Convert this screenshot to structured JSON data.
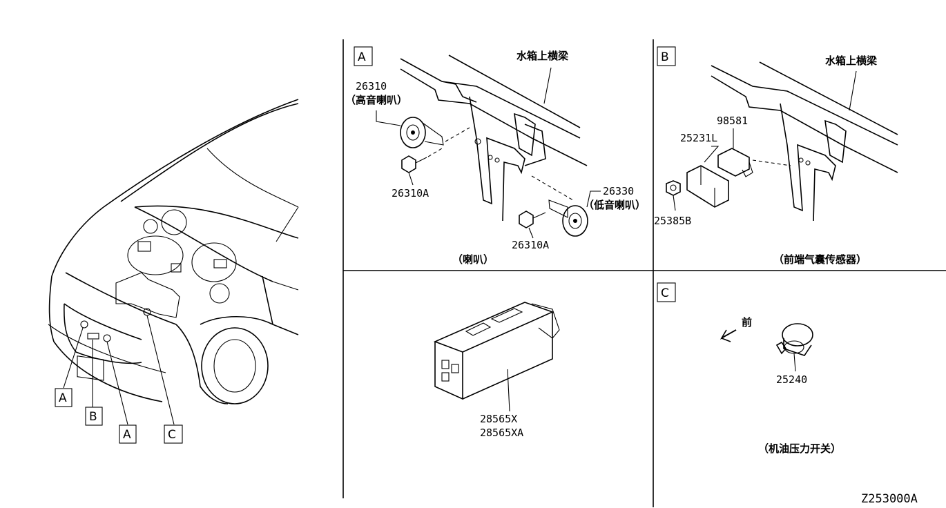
{
  "car_callouts": [
    "A",
    "B",
    "A",
    "C"
  ],
  "panel_a": {
    "letter": "A",
    "beam_label": "水箱上横梁",
    "high_horn_part": "26310",
    "high_horn_name": "（高音喇叭）",
    "low_horn_part": "26330",
    "low_horn_name": "（低音喇叭）",
    "bolt_part_1": "26310A",
    "bolt_part_2": "26310A",
    "caption": "（喇叭）"
  },
  "panel_b": {
    "letter": "B",
    "beam_label": "水箱上横梁",
    "sensor_part": "98581",
    "bracket_part": "25231L",
    "nut_part": "25385B",
    "caption": "（前端气囊传感器）"
  },
  "panel_module": {
    "part_1": "28565X",
    "part_2": "28565XA"
  },
  "panel_c": {
    "letter": "C",
    "front_label": "前",
    "switch_part": "25240",
    "caption": "（机油压力开关）"
  },
  "diagram_id": "Z253000A"
}
